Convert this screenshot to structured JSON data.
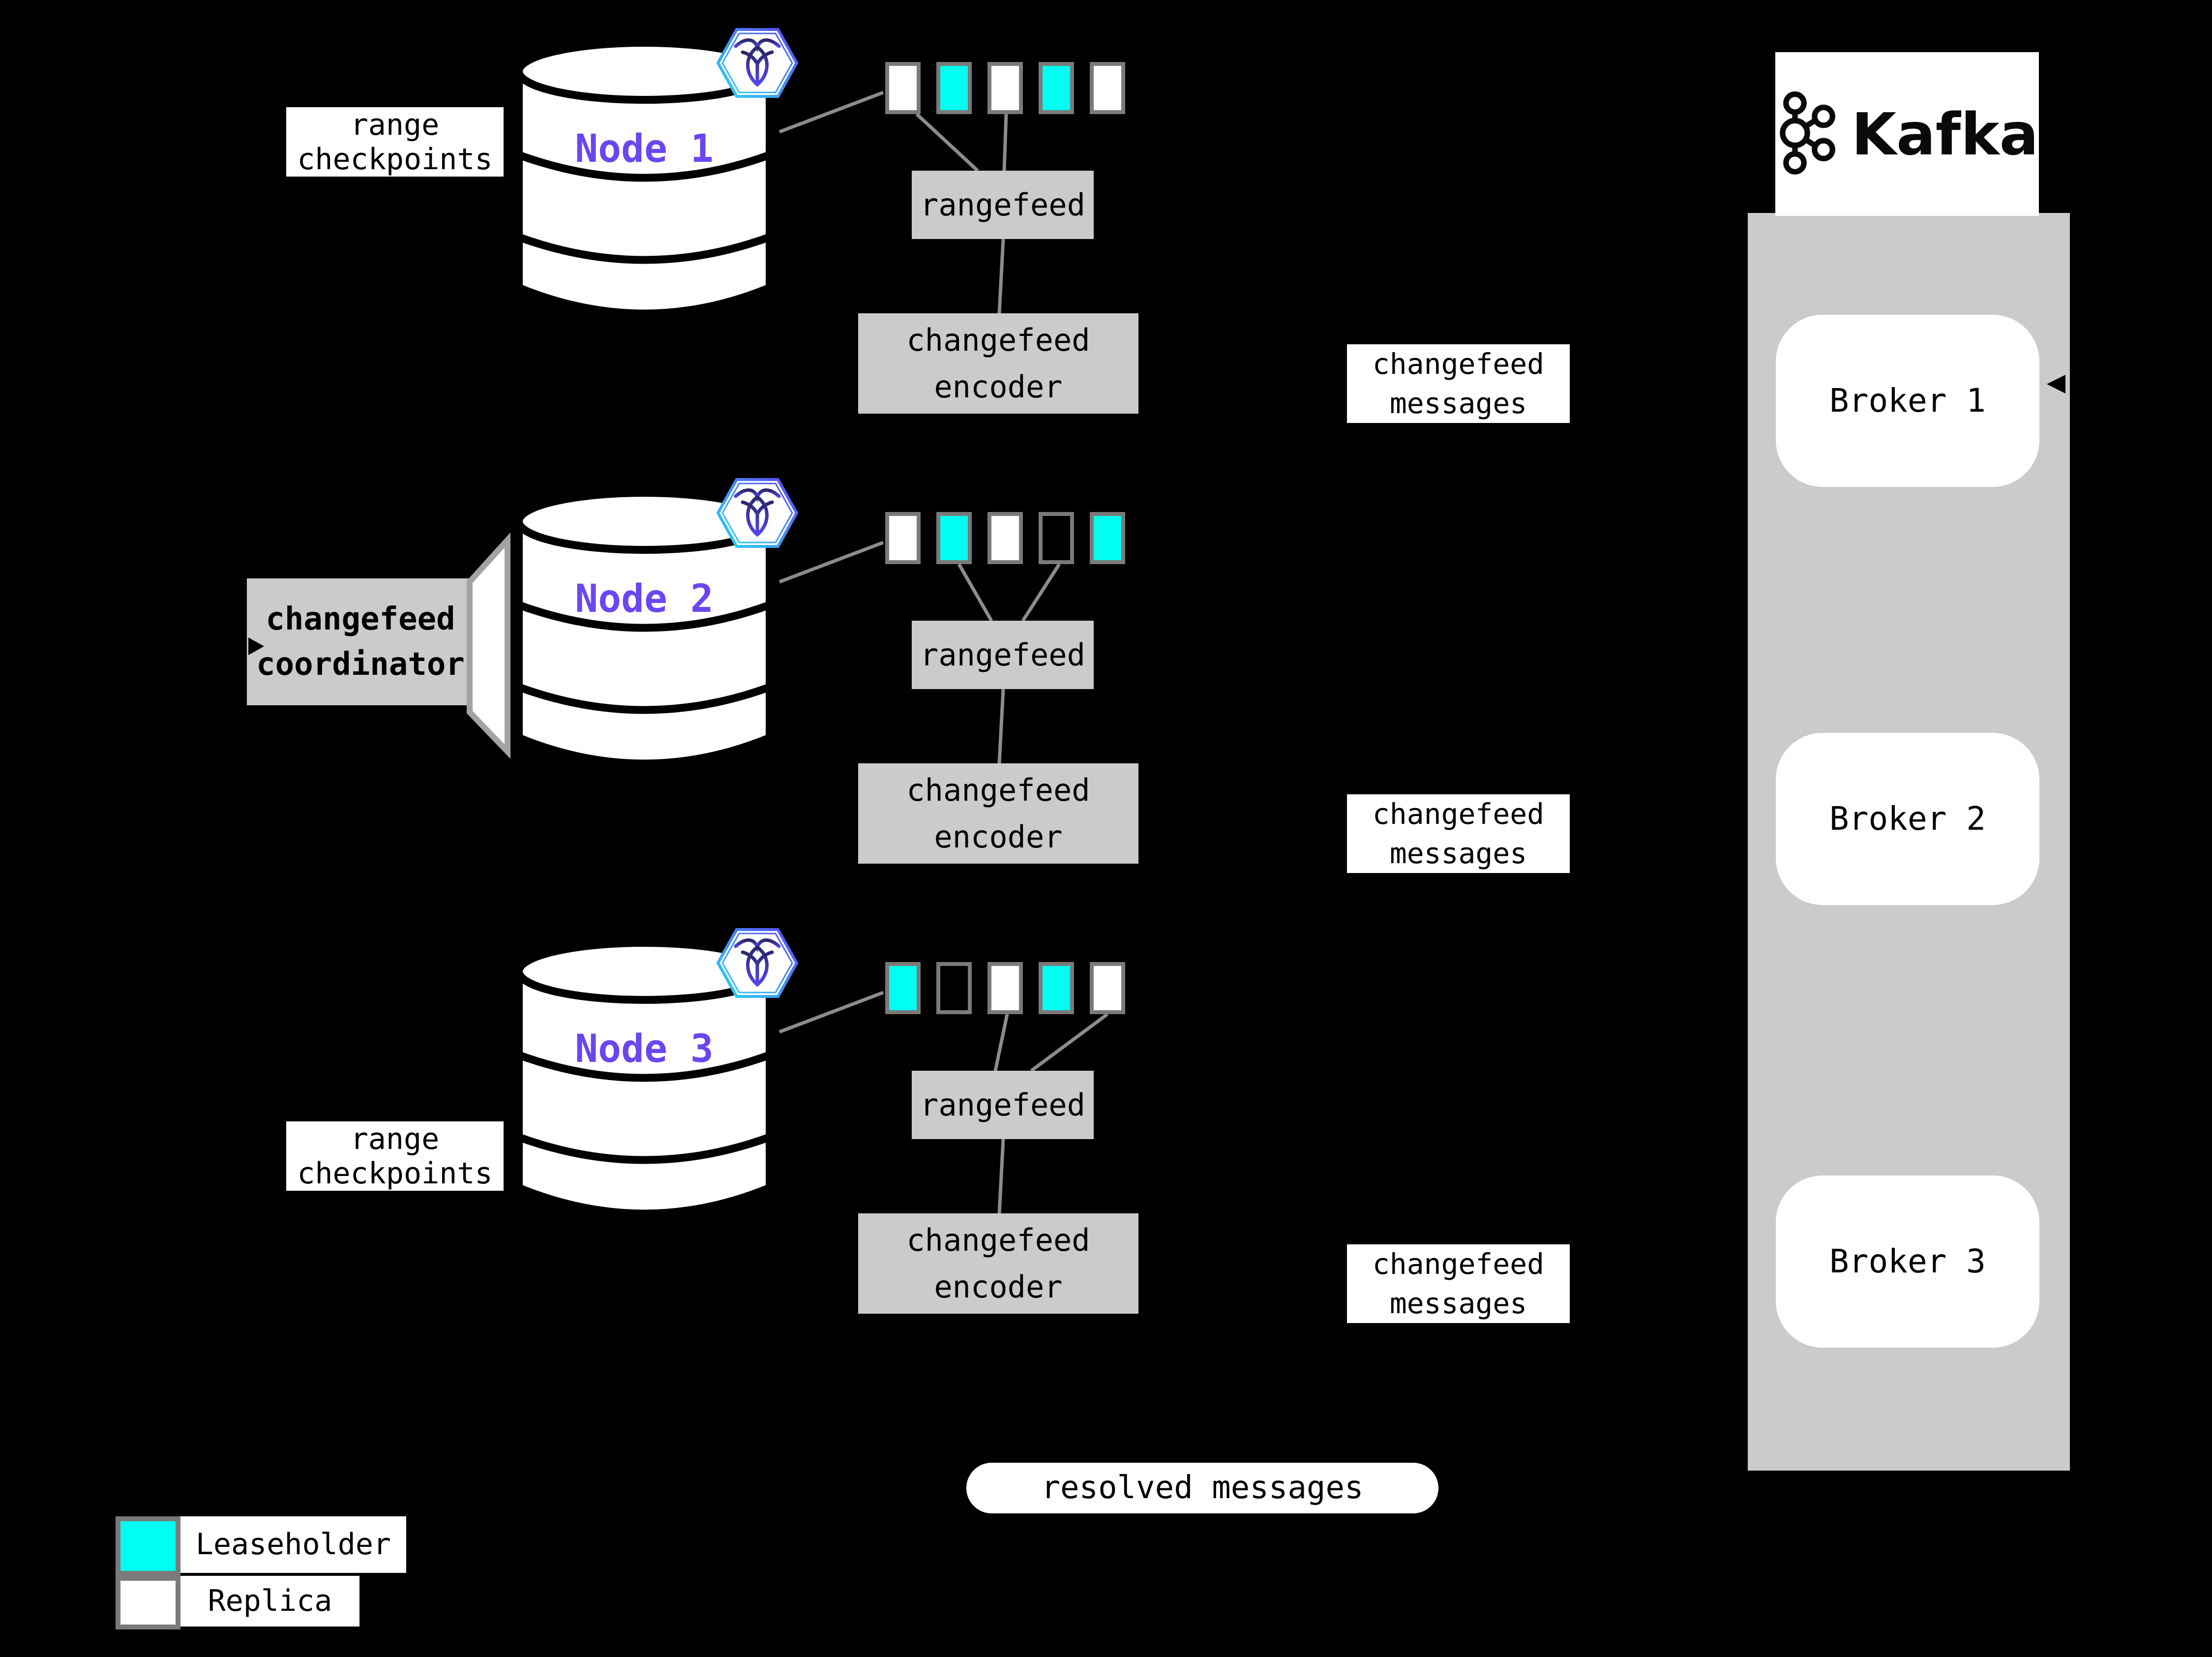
{
  "colors": {
    "background": "#000000",
    "box_gray": "#cbcbcb",
    "line_gray": "#8c8c8c",
    "border_gray": "#7a7a7a",
    "node_purple": "#6b46f0",
    "hex_cyan": "#2bd9f2",
    "hex_purple": "#5b45f5",
    "roach_dark": "#2a2767",
    "roach_light": "#5547ee"
  },
  "nodes": [
    {
      "name": "Node 1",
      "checkpoints": [
        "range",
        "checkpoints"
      ],
      "rangefeed": "rangefeed",
      "encoder": [
        "changefeed",
        "encoder"
      ],
      "messages": [
        "changefeed",
        "messages"
      ],
      "ranges": [
        "replica",
        "leaseholder",
        "replica",
        "leaseholder",
        "replica"
      ]
    },
    {
      "name": "Node 2",
      "coordinator": [
        "changefeed",
        "coordinator"
      ],
      "rangefeed": "rangefeed",
      "encoder": [
        "changefeed",
        "encoder"
      ],
      "messages": [
        "changefeed",
        "messages"
      ],
      "ranges": [
        "replica",
        "leaseholder",
        "replica",
        "empty",
        "leaseholder"
      ]
    },
    {
      "name": "Node 3",
      "checkpoints": [
        "range",
        "checkpoints"
      ],
      "rangefeed": "rangefeed",
      "encoder": [
        "changefeed",
        "encoder"
      ],
      "messages": [
        "changefeed",
        "messages"
      ],
      "ranges": [
        "leaseholder",
        "empty",
        "replica",
        "leaseholder",
        "replica"
      ]
    }
  ],
  "kafka": {
    "title": "Kafka",
    "brokers": [
      "Broker 1",
      "Broker 2",
      "Broker 3"
    ]
  },
  "resolved_label": "resolved messages",
  "legend": {
    "leaseholder_color": "#00fff0",
    "replica_color": "#ffffff",
    "items": [
      {
        "label": "Leaseholder",
        "key": "leaseholder"
      },
      {
        "label": "Replica",
        "key": "replica"
      }
    ]
  }
}
